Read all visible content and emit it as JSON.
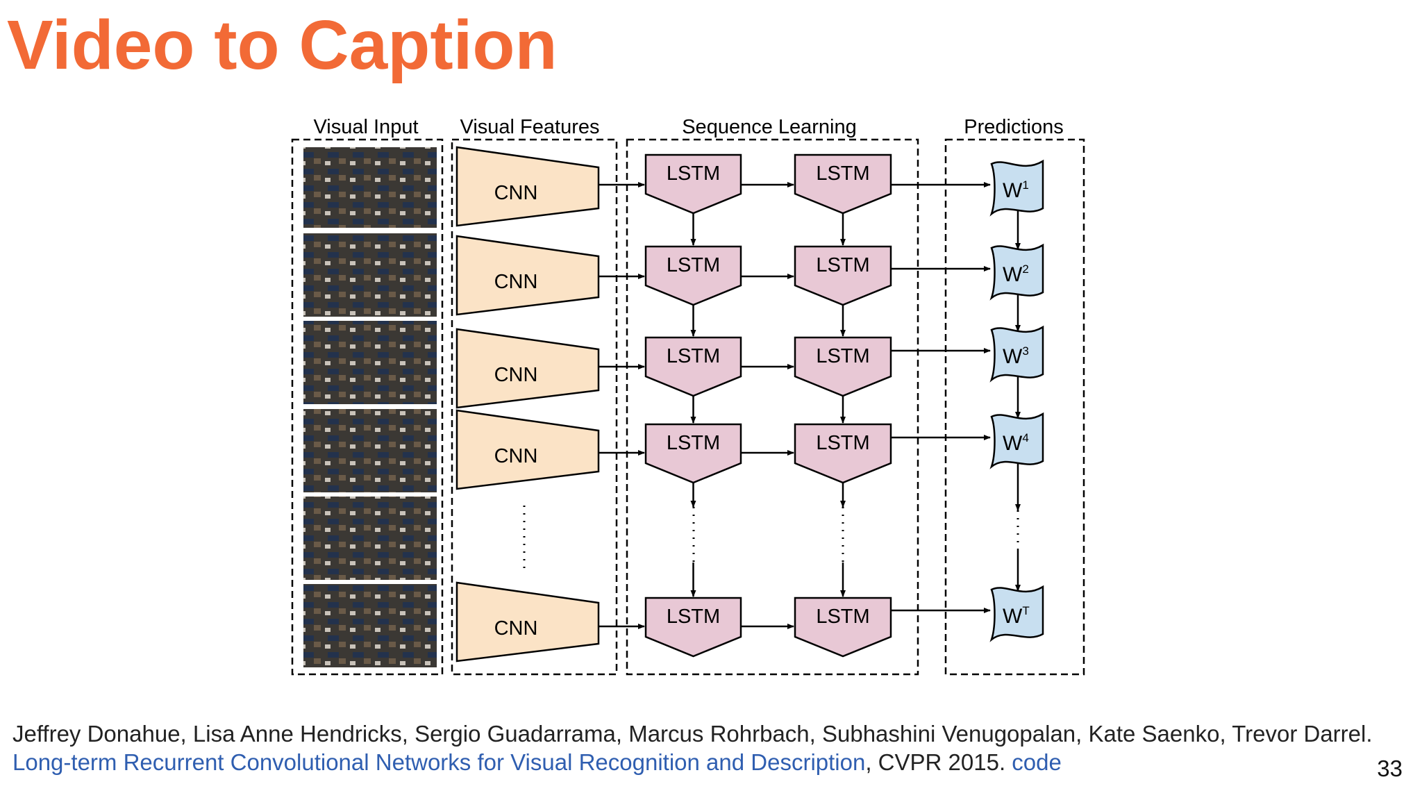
{
  "slide": {
    "title": "Video to Caption",
    "page_number": "33"
  },
  "diagram": {
    "columns": [
      {
        "label": "Visual Input"
      },
      {
        "label": "Visual Features"
      },
      {
        "label": "Sequence Learning"
      },
      {
        "label": "Predictions"
      }
    ],
    "cnn_label": "CNN",
    "lstm_label": "LSTM",
    "predictions": [
      {
        "base": "W",
        "sup": "1"
      },
      {
        "base": "W",
        "sup": "2"
      },
      {
        "base": "W",
        "sup": "3"
      },
      {
        "base": "W",
        "sup": "4"
      },
      {
        "base": "W",
        "sup": "T"
      }
    ],
    "colors": {
      "cnn_fill": "#fbe3c6",
      "lstm_fill": "#e8c8d5",
      "prediction_fill": "#c8dff0",
      "title": "#f26a36",
      "link": "#2f5eb0"
    }
  },
  "citation": {
    "authors": "Jeffrey Donahue, Lisa Anne Hendricks, Sergio Guadarrama, Marcus Rohrbach, Subhashini Venugopalan, Kate Saenko, Trevor Darrel. ",
    "paper_link": "Long-term Recurrent Convolutional Networks for Visual Recognition and Description",
    "venue": ", CVPR 2015. ",
    "code_link": "code"
  }
}
